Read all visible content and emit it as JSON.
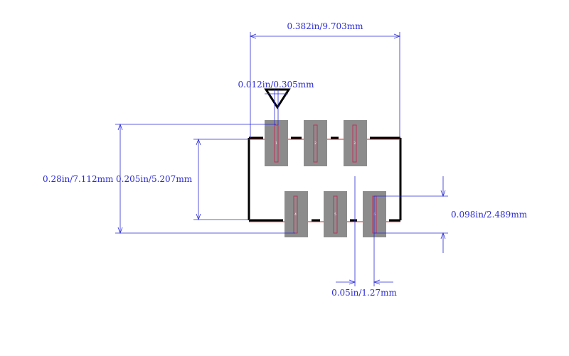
{
  "diagram": {
    "colors": {
      "dimension": "#2b2bd6",
      "pad": "#8c8c8c",
      "pin": "#c0305a",
      "outline": "#000000",
      "courtyard": "#cc2222",
      "background": "#ffffff"
    },
    "dimensions": {
      "overall_width": "0.382in/9.703mm",
      "pad_width": "0.012in/0.305mm",
      "overall_height": "0.28in/7.112mm",
      "body_height": "0.205in/5.207mm",
      "pad_length": "0.098in/2.489mm",
      "pitch": "0.05in/1.27mm"
    },
    "pin1_marker": "triangle",
    "pads": [
      {
        "label": "1"
      },
      {
        "label": "2"
      },
      {
        "label": "3"
      },
      {
        "label": "4"
      },
      {
        "label": "5"
      },
      {
        "label": "6"
      }
    ]
  }
}
